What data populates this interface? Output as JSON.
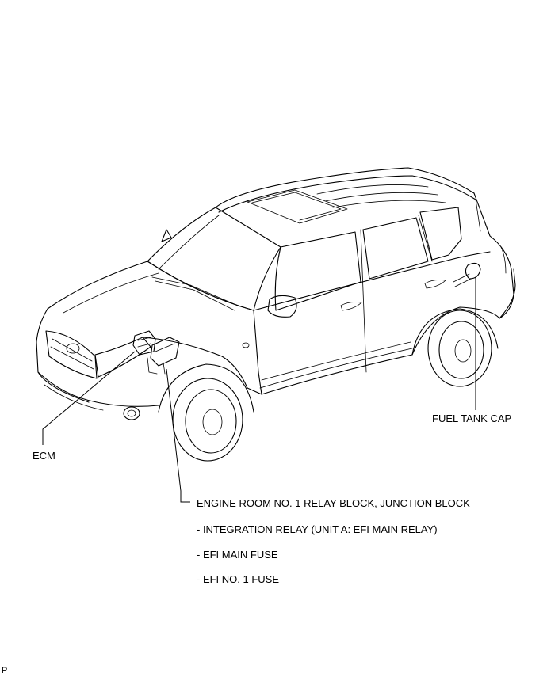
{
  "labels": {
    "ecm": "ECM",
    "fuel_tank_cap": "FUEL TANK CAP",
    "relay_block": "ENGINE ROOM NO. 1 RELAY BLOCK, JUNCTION BLOCK",
    "sub_items": [
      "- INTEGRATION RELAY (UNIT A: EFI MAIN RELAY)",
      "- EFI MAIN FUSE",
      "- EFI NO. 1 FUSE"
    ],
    "corner_mark": "P"
  }
}
